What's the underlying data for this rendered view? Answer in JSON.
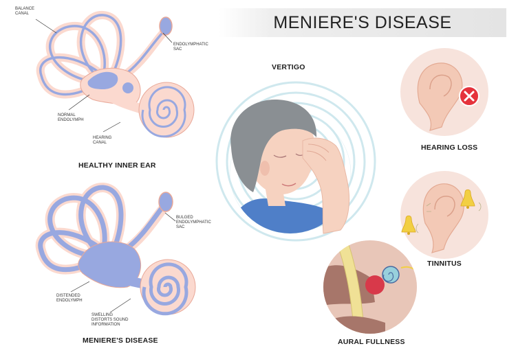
{
  "title": "MENIERE'S DISEASE",
  "healthy": {
    "caption": "HEALTHY INNER EAR",
    "labels": {
      "balance_canal": [
        "BALANCE",
        "CANAL"
      ],
      "endolymphatic_sac": [
        "ENDOLYMPHATIC",
        "SAC"
      ],
      "normal_endolymph": [
        "NORMAL",
        "ENDOLYMPH"
      ],
      "hearing_canal": [
        "HEARING",
        "CANAL"
      ]
    }
  },
  "diseased": {
    "caption": "MENIERE'S DISEASE",
    "labels": {
      "bulged_sac": [
        "BULGED",
        "ENDOLYMPHATIC",
        "SAC"
      ],
      "distended_endolymph": [
        "DISTENDED",
        "ENDOLYMPH"
      ],
      "swelling": [
        "SWELLING",
        "DISTORTS SOUND",
        "INFORMATION"
      ]
    }
  },
  "symptoms": {
    "vertigo": "VERTIGO",
    "hearing_loss": "HEARING LOSS",
    "tinnitus": "TINNITUS",
    "aural_fullness": "AURAL FULLNESS"
  },
  "colors": {
    "endolymph": "#98a8e0",
    "canal_fill": "#fbd9cf",
    "canal_outline": "#e8a898",
    "skin": "#f6d2c0",
    "hair": "#8a8f93",
    "shirt": "#4f7fc8",
    "symptom_circle": "#f7e3dc",
    "ring": "#cfe8ee",
    "cross": "#e5333c",
    "bell": "#f2cf43"
  },
  "icons": {
    "hearing_loss": "cross-icon",
    "tinnitus": "bell-icon"
  }
}
